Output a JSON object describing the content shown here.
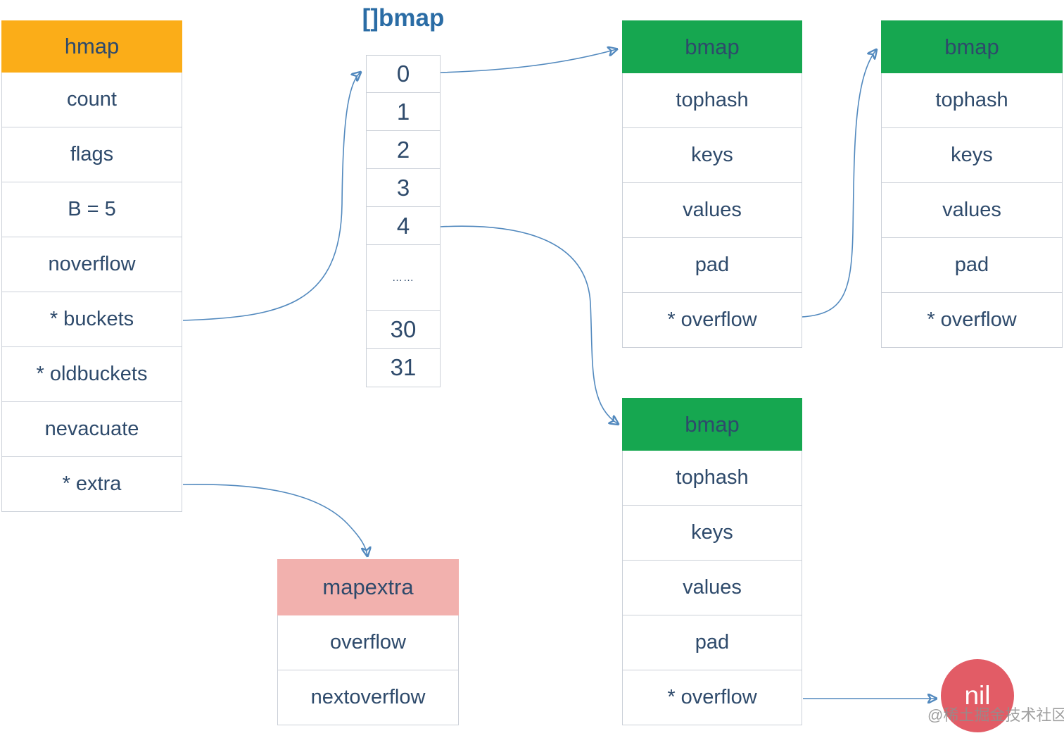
{
  "diagram": {
    "watermark": "@稀土掘金技术社区",
    "colors": {
      "hmap_header": "#FBAD18",
      "bmap_header": "#16A750",
      "mapextra_header": "#F2B1AE",
      "nil_circle": "#E25C66",
      "text": "#2E4A6B",
      "array_label": "#2A6CA5",
      "arrow": "#5289BE"
    },
    "hmap_table": {
      "title": "hmap",
      "rows": [
        "count",
        "flags",
        "B = 5",
        "noverflow",
        "* buckets",
        "* oldbuckets",
        "nevacuate",
        "* extra"
      ]
    },
    "bucket_array": {
      "label": "[]bmap",
      "cells": [
        "0",
        "1",
        "2",
        "3",
        "4",
        "……",
        "30",
        "31"
      ]
    },
    "bmap_table_top": {
      "title": "bmap",
      "rows": [
        "tophash",
        "keys",
        "values",
        "pad",
        "* overflow"
      ]
    },
    "bmap_table_right": {
      "title": "bmap",
      "rows": [
        "tophash",
        "keys",
        "values",
        "pad",
        "* overflow"
      ]
    },
    "bmap_table_bottom": {
      "title": "bmap",
      "rows": [
        "tophash",
        "keys",
        "values",
        "pad",
        "* overflow"
      ]
    },
    "mapextra_table": {
      "title": "mapextra",
      "rows": [
        "overflow",
        "nextoverflow"
      ]
    },
    "nil_node": {
      "label": "nil"
    }
  }
}
